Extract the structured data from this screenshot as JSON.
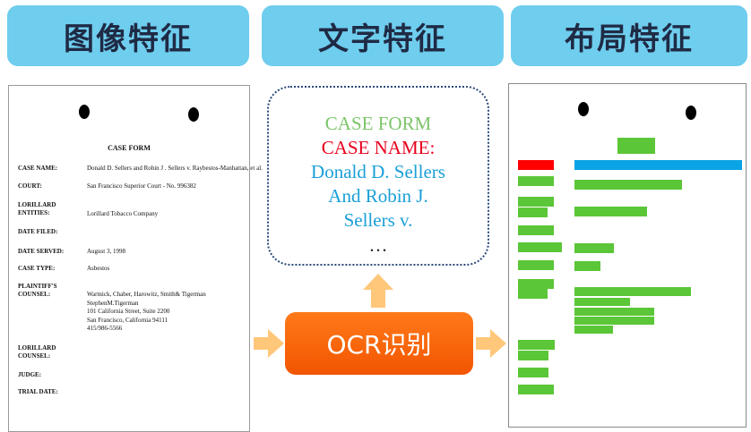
{
  "headers": {
    "image_features": "图像特征",
    "text_features": "文字特征",
    "layout_features": "布局特征"
  },
  "document": {
    "title": "CASE FORM",
    "fields": [
      {
        "label": "CASE NAME:",
        "value": [
          "Donald D. Sellers and Robin J . Sellers v. Raybestos-Manhattan, et al."
        ]
      },
      {
        "label": "COURT:",
        "value": [
          "San Francisco Superior Court - No. 996382"
        ]
      },
      {
        "label": "LORILLARD ENTITIES:",
        "value": [
          "Lorillard Tobacco Company"
        ]
      },
      {
        "label": "DATE FILED:",
        "value": []
      },
      {
        "label": "DATE SERVED:",
        "value": [
          "August 3, 1998"
        ]
      },
      {
        "label": "CASE TYPE:",
        "value": [
          "Asbestos"
        ]
      },
      {
        "label": "PLAINTIFF'S COUNSEL:",
        "value": [
          "Wartnick, Chaber, Harowitz, Smith& Tigerman",
          "StephenM.Tigerman",
          "101 California Street, Suite 2200",
          "San Francisco, California  94111",
          "415/986-5566"
        ]
      },
      {
        "label": "LORILLARD COUNSEL:",
        "value": []
      },
      {
        "label": "JUDGE:",
        "value": []
      },
      {
        "label": "TRIAL DATE:",
        "value": []
      }
    ]
  },
  "text_bubble": {
    "lines": [
      "CASE FORM",
      "CASE NAME:",
      "Donald D. Sellers",
      "And Robin J.",
      "Sellers v.",
      "…"
    ],
    "colors": [
      "#7cc46a",
      "#e8001c",
      "#1a9fd8",
      "#1a9fd8",
      "#1a9fd8",
      "#222222"
    ]
  },
  "ocr_button": {
    "label": "OCR识别"
  },
  "colors": {
    "header": "#6fcdee",
    "ocr": "#f25500",
    "arrow": "#ffc77a",
    "block_green": "#5bc637",
    "block_red": "#ff0000",
    "block_blue": "#0aa3e6"
  }
}
